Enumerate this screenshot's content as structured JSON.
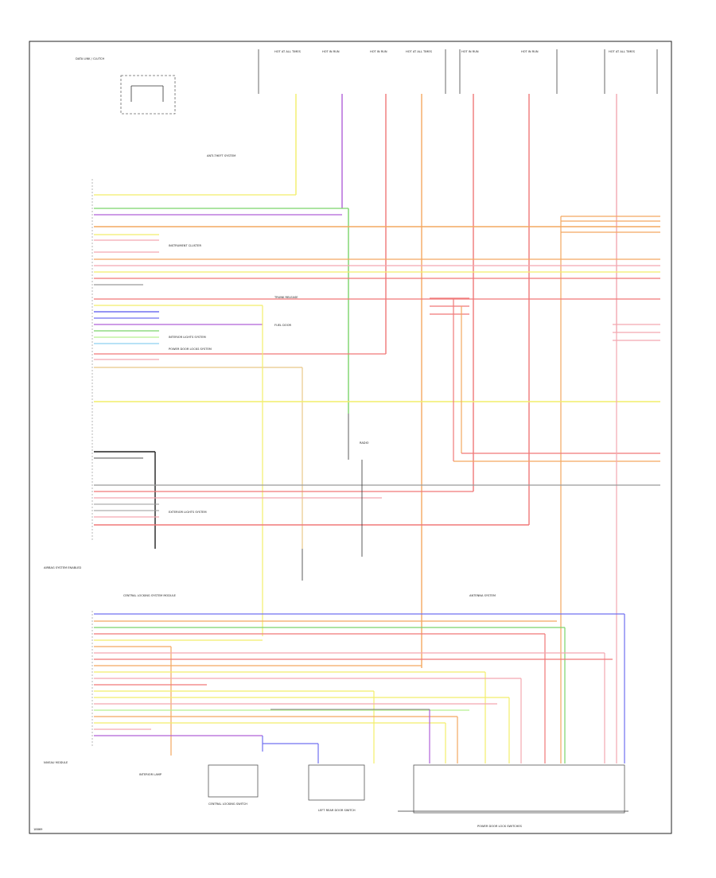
{
  "figure_id": "18869",
  "title_top_left": "DATA LINK / CLUTCH",
  "component_left_labels": {
    "airbag": "AIRBAG SYSTEM ENABLED",
    "central_locking": "CENTRAL LOCKING SYSTEM MODULE",
    "engine_lower_left": "NIVEAU MODULE"
  },
  "fuse_boxes_top": [
    "HOT AT ALL TIMES",
    "HOT IN RUN",
    "HOT IN RUN",
    "HOT AT ALL TIMES",
    "HOT IN RUN",
    "HOT IN RUN",
    "HOT AT ALL TIMES"
  ],
  "callouts": {
    "anti_theft": "ANTI-THEFT SYSTEM",
    "instrument_cluster": "INSTRUMENT CLUSTER",
    "interior_lights": "INTERIOR LIGHTS SYSTEM",
    "power_locks": "POWER DOOR LOCKS SYSTEM",
    "trunk_release": "TRUNK RELEASE",
    "fuel_door": "FUEL DOOR",
    "exterior_lights": "EXTERIOR LIGHTS SYSTEM",
    "antenna": "ANTENNA SYSTEM",
    "radio": "RADIO"
  },
  "bottom_labels": {
    "interior_lamp": "INTERIOR LAMP",
    "central_switch": "CENTRAL LOCKING SWITCH",
    "left_door_switch": "LEFT REAR DOOR SWITCH",
    "switch_bank": "POWER DOOR LOCK SWITCHES"
  },
  "wire_colors": {
    "yellow": "#f2ee6a",
    "violet": "#b060d8",
    "green": "#7ad46a",
    "orange": "#f4a860",
    "red": "#f07878",
    "pink": "#f3a8b0",
    "blue": "#7070f0",
    "black": "#222222",
    "gray": "#9a9a9a",
    "tan": "#e8c888",
    "brown": "#c07848",
    "light_green": "#b8f090",
    "light_blue": "#8ed0f0"
  }
}
